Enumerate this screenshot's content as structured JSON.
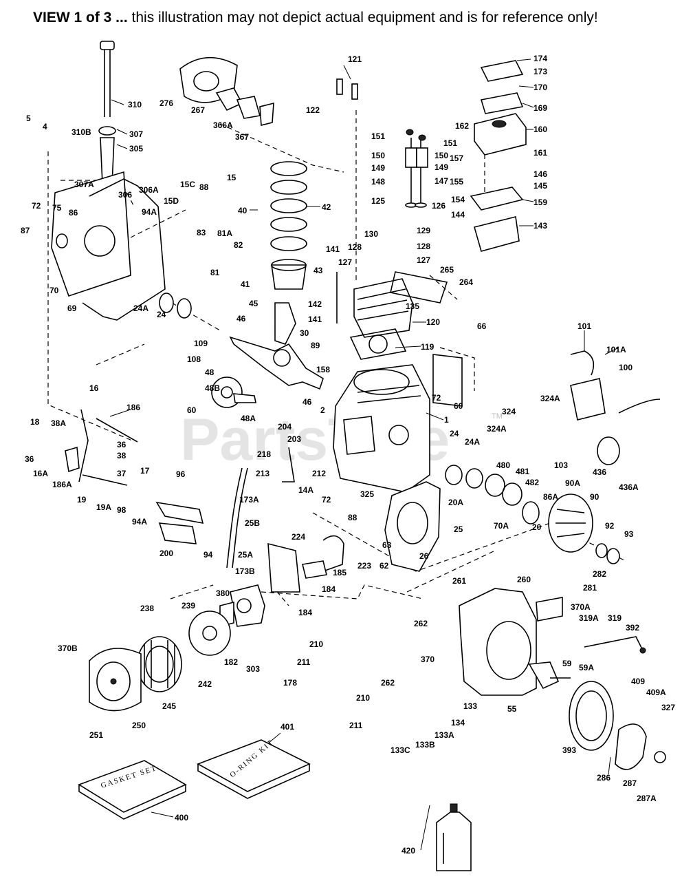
{
  "header": {
    "view": "VIEW 1 of 3 ...",
    "note": " this illustration may not depict actual equipment and is for reference only!"
  },
  "watermark": "PartsTree",
  "watermark_tm": "TM",
  "kits": {
    "gasket": "GASKET SET",
    "oring": "O-RING KIT"
  },
  "labels": {
    "l5": "5",
    "l4": "4",
    "l310B": "310B",
    "l307A": "307A",
    "l310": "310",
    "l307": "307",
    "l305": "305",
    "l276": "276",
    "l267": "267",
    "l366A": "366A",
    "l367": "367",
    "l121": "121",
    "l122": "122",
    "l174": "174",
    "l173": "173",
    "l170": "170",
    "l169": "169",
    "l160": "160",
    "l162": "162",
    "l161": "161",
    "l151a": "151",
    "l151b": "151",
    "l150a": "150",
    "l150b": "150",
    "l149a": "149",
    "l149b": "149",
    "l148": "148",
    "l147": "147",
    "l125": "125",
    "l126": "126",
    "l157": "157",
    "l155": "155",
    "l154": "154",
    "l144": "144",
    "l146": "146",
    "l145": "145",
    "l159": "159",
    "l143": "143",
    "l306": "306",
    "l306A": "306A",
    "l15D": "15D",
    "l15C": "15C",
    "l88": "88",
    "l15": "15",
    "l94A": "94A",
    "l72a": "72",
    "l75": "75",
    "l86": "86",
    "l87": "87",
    "l70": "70",
    "l69": "69",
    "l83": "83",
    "l81A": "81A",
    "l82": "82",
    "l81": "81",
    "l40": "40",
    "l42": "42",
    "l43": "43",
    "l41": "41",
    "l24A": "24A",
    "l24": "24",
    "l109": "109",
    "l108": "108",
    "l45": "45",
    "l46": "46",
    "l30": "30",
    "l89": "89",
    "l48": "48",
    "l48B": "48B",
    "l60a": "60",
    "l46b": "46",
    "l48A": "48A",
    "l141a": "141",
    "l142": "142",
    "l141b": "141",
    "l158": "158",
    "l128a": "128",
    "l130": "130",
    "l127a": "127",
    "l129": "129",
    "l128b": "128",
    "l127b": "127",
    "l265": "265",
    "l264": "264",
    "l135": "135",
    "l120": "120",
    "l119": "119",
    "l66": "66",
    "l60b": "60",
    "l101": "101",
    "l101A": "101A",
    "l100": "100",
    "l324A": "324A",
    "l324": "324",
    "l324Ab": "324A",
    "l103": "103",
    "l436": "436",
    "l436A": "436A",
    "l16": "16",
    "l186": "186",
    "l18": "18",
    "l38A": "38A",
    "l36": "36",
    "l36b": "36",
    "l38": "38",
    "l17": "17",
    "l16A": "16A",
    "l37": "37",
    "l186A": "186A",
    "l19": "19",
    "l19A": "19A",
    "l96": "96",
    "l98": "98",
    "l94Ab": "94A",
    "l200": "200",
    "l94": "94",
    "l2": "2",
    "l204": "204",
    "l203": "203",
    "l1": "1",
    "l72b": "72",
    "l24b": "24",
    "l24Ab": "24A",
    "l218": "218",
    "l213": "213",
    "l212": "212",
    "l14A": "14A",
    "l72c": "72",
    "l325": "325",
    "l20A": "20A",
    "l480": "480",
    "l481": "481",
    "l482": "482",
    "l86A": "86A",
    "l90A": "90A",
    "l90": "90",
    "l70A": "70A",
    "l20": "20",
    "l92": "92",
    "l93": "93",
    "l173A": "173A",
    "l25B": "25B",
    "l25A": "25A",
    "l173B": "173B",
    "l224": "224",
    "l88b": "88",
    "l63": "63",
    "l185": "185",
    "l223": "223",
    "l62": "62",
    "l26": "26",
    "l25": "25",
    "l184a": "184",
    "l184b": "184",
    "l380": "380",
    "l238": "238",
    "l239": "239",
    "l210a": "210",
    "l211a": "211",
    "l182": "182",
    "l303": "303",
    "l178": "178",
    "l242": "242",
    "l370B": "370B",
    "l245": "245",
    "l251": "251",
    "l250": "250",
    "l261": "261",
    "l260": "260",
    "l262a": "262",
    "l282": "282",
    "l281": "281",
    "l370A": "370A",
    "l319A": "319A",
    "l319": "319",
    "l392": "392",
    "l370": "370",
    "l59": "59",
    "l59A": "59A",
    "l262b": "262",
    "l210b": "210",
    "l211b": "211",
    "l133": "133",
    "l134": "134",
    "l133A": "133A",
    "l133C": "133C",
    "l133B": "133B",
    "l55": "55",
    "l409": "409",
    "l409A": "409A",
    "l327": "327",
    "l393": "393",
    "l286": "286",
    "l287": "287",
    "l287A": "287A",
    "l401": "401",
    "l400": "400",
    "l420": "420"
  }
}
